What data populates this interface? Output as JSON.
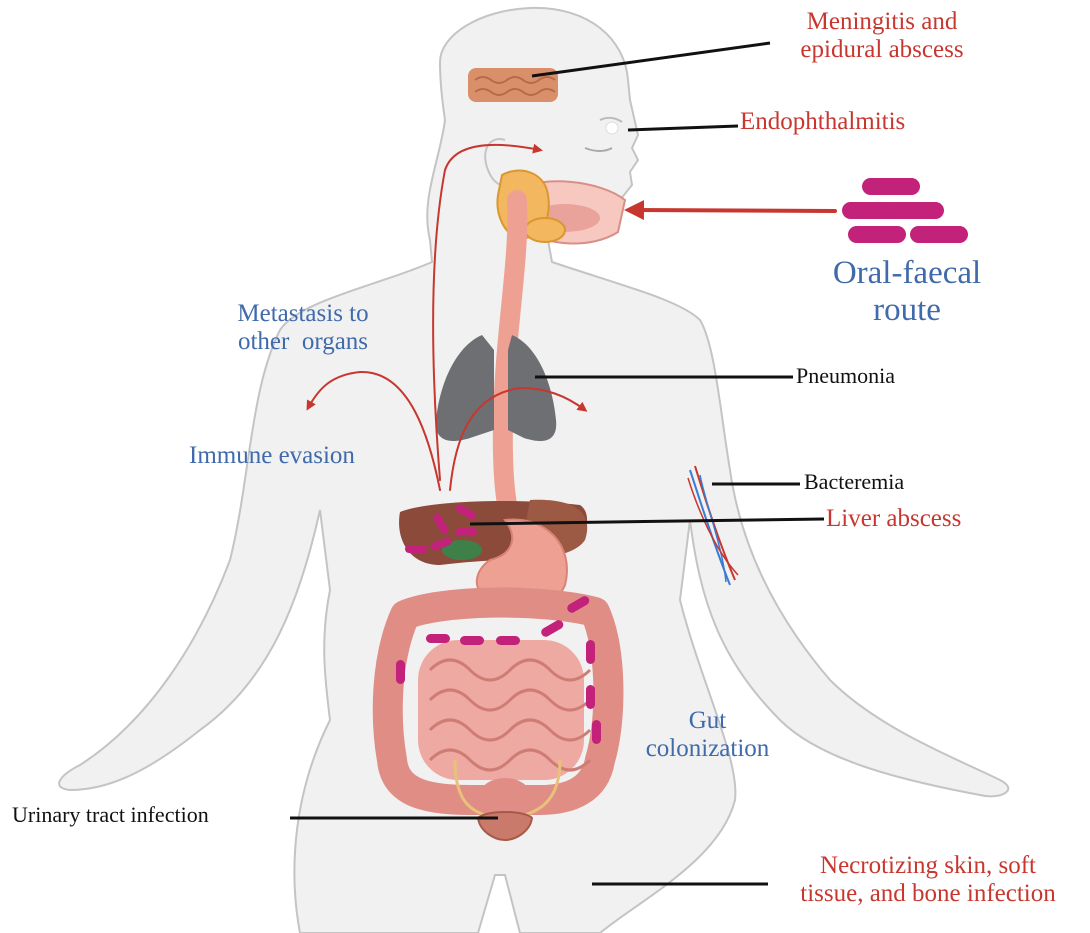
{
  "labels": {
    "meningitis": "Meningitis and\nepidural abscess",
    "endophthalmitis": "Endophthalmitis",
    "oral_faecal": "Oral-faecal\nroute",
    "metastasis": "Metastasis to\nother  organs",
    "pneumonia": "Pneumonia",
    "immune_evasion": "Immune evasion",
    "bacteremia": "Bacteremia",
    "liver_abscess": "Liver abscess",
    "gut_colonization": "Gut\ncolonization",
    "uti": "Urinary tract infection",
    "necrotizing": "Necrotizing skin, soft\ntissue, and bone infection"
  },
  "colors": {
    "infection_label": "#c8372f",
    "process_label": "#3f6aab",
    "organ_label": "#111111",
    "arrow": "#c8372f",
    "bacteria": "#c2227a",
    "body_fill": "#f1f1f1",
    "body_outline": "#c4c4c4",
    "lungs": "#6d6f72",
    "liver": "#8b4a3a",
    "intestine": "#e79a92",
    "pancreas": "#f3b760",
    "esophagus": "#eea193"
  }
}
